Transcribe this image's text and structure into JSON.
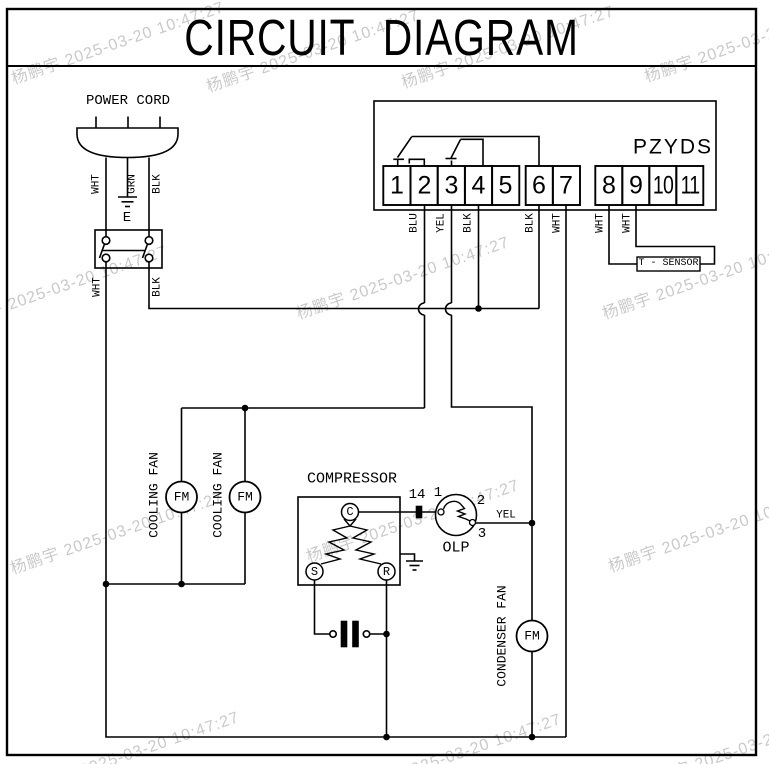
{
  "title": "CIRCUIT DIAGRAM",
  "watermark": {
    "text": "杨鹏宇 2025-03-20 10:47:27",
    "color": "#9d9d9d"
  },
  "colors": {
    "line": "#000000",
    "background": "#ffffff"
  },
  "power": {
    "label": "POWER CORD",
    "wire_labels": {
      "left": "WHT",
      "middle": "GRN",
      "right": "BLK"
    },
    "earth_label": "E",
    "switch_wire_labels": {
      "left": "WHT",
      "right": "BLK"
    }
  },
  "controller": {
    "model": "PZYDS",
    "terminals": [
      "1",
      "2",
      "3",
      "4",
      "5",
      "6",
      "7",
      "8",
      "9",
      "10",
      "11"
    ],
    "wire_labels": [
      "BLU",
      "YEL",
      "BLK",
      "BLK",
      "WHT",
      "WHT",
      "WHT"
    ],
    "sensor_label": "T - SENSOR"
  },
  "fans": {
    "cooling_1": "COOLING FAN",
    "cooling_2": "COOLING FAN",
    "condenser": "CONDENSER FAN",
    "motor": "FM"
  },
  "compressor": {
    "label": "COMPRESSOR",
    "terminal_c": "C",
    "terminal_s": "S",
    "terminal_r": "R"
  },
  "olp": {
    "label": "OLP",
    "pin_1": "1",
    "pin_2": "2",
    "pin_3": "3",
    "connector": "14",
    "wire_label": "YEL"
  }
}
